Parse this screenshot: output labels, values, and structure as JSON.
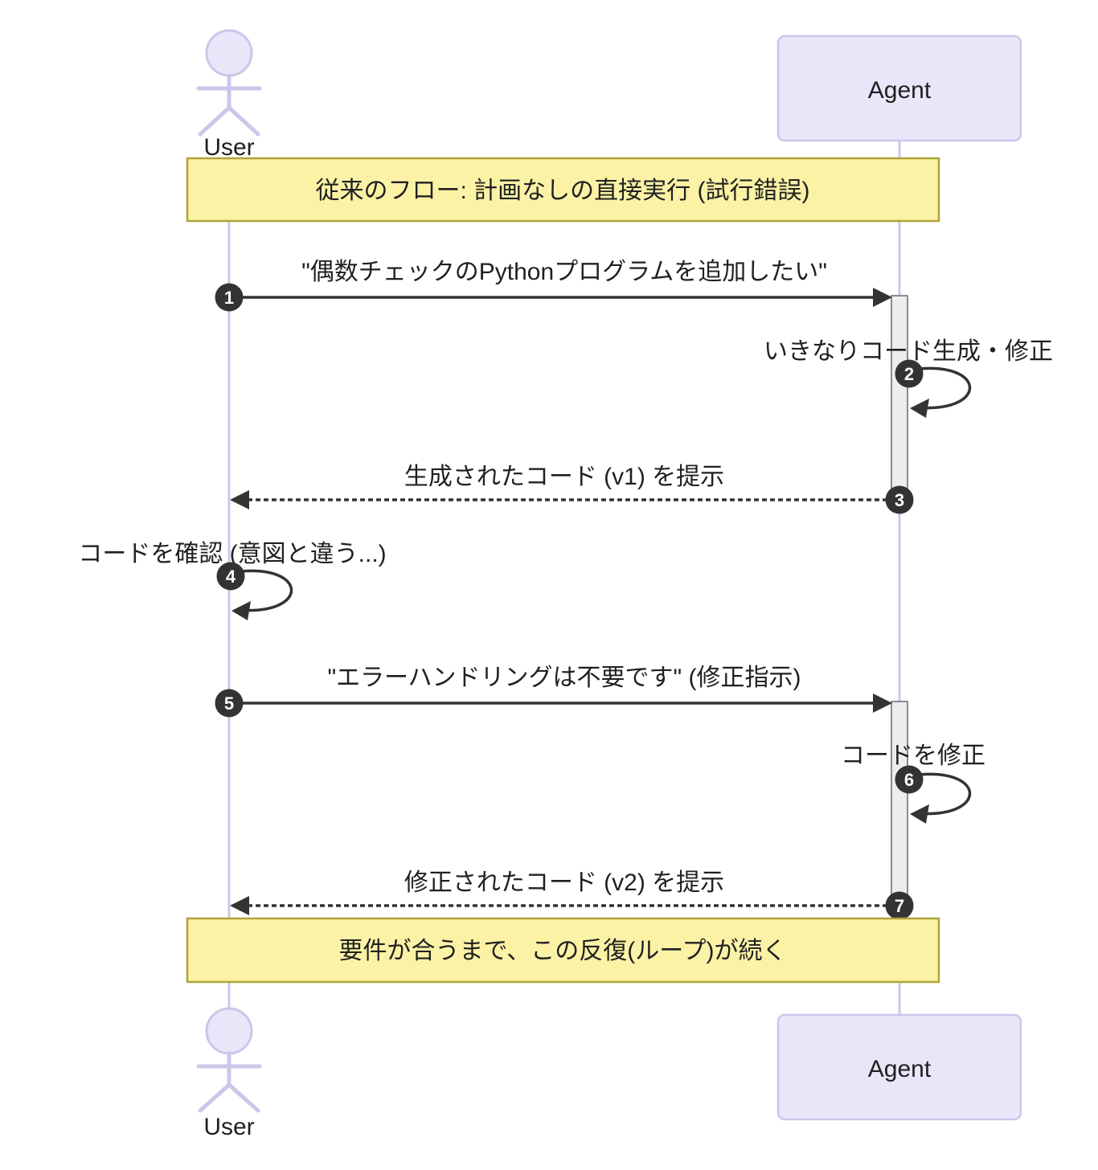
{
  "diagram": {
    "type": "sequence",
    "actors": [
      {
        "id": "user",
        "label": "User",
        "kind": "actor"
      },
      {
        "id": "agent",
        "label": "Agent",
        "kind": "participant"
      }
    ],
    "notes": [
      {
        "over": "User,Agent",
        "text": "従来のフロー: 計画なしの直接実行 (試行錯誤)"
      },
      {
        "over": "User,Agent",
        "text": "要件が合うまで、この反復(ループ)が続く"
      }
    ],
    "messages": [
      {
        "seq": "1",
        "from": "User",
        "to": "Agent",
        "style": "solid",
        "text": "\"偶数チェックのPythonプログラムを追加したい\""
      },
      {
        "seq": "2",
        "from": "Agent",
        "to": "Agent",
        "style": "self",
        "text": "いきなりコード生成・修正"
      },
      {
        "seq": "3",
        "from": "Agent",
        "to": "User",
        "style": "dashed",
        "text": "生成されたコード (v1) を提示"
      },
      {
        "seq": "4",
        "from": "User",
        "to": "User",
        "style": "self",
        "text": "コードを確認 (意図と違う...)"
      },
      {
        "seq": "5",
        "from": "User",
        "to": "Agent",
        "style": "solid",
        "text": "\"エラーハンドリングは不要です\" (修正指示)"
      },
      {
        "seq": "6",
        "from": "Agent",
        "to": "Agent",
        "style": "self",
        "text": "コードを修正"
      },
      {
        "seq": "7",
        "from": "Agent",
        "to": "User",
        "style": "dashed",
        "text": "修正されたコード (v2) を提示"
      }
    ],
    "colors": {
      "actor_fill": "#E8E6F8",
      "actor_border": "#CDC6EA",
      "lifeline": "#CCC6EE",
      "note_fill": "#FBF2A6",
      "note_border": "#ADA439",
      "message_line": "#333333",
      "badge_fill": "#333333",
      "badge_text": "#FFFFFF",
      "activation_fill": "#EDEDED",
      "activation_border": "#8C8C8C",
      "text": "#1F2020",
      "background": "#FFFFFF"
    }
  }
}
